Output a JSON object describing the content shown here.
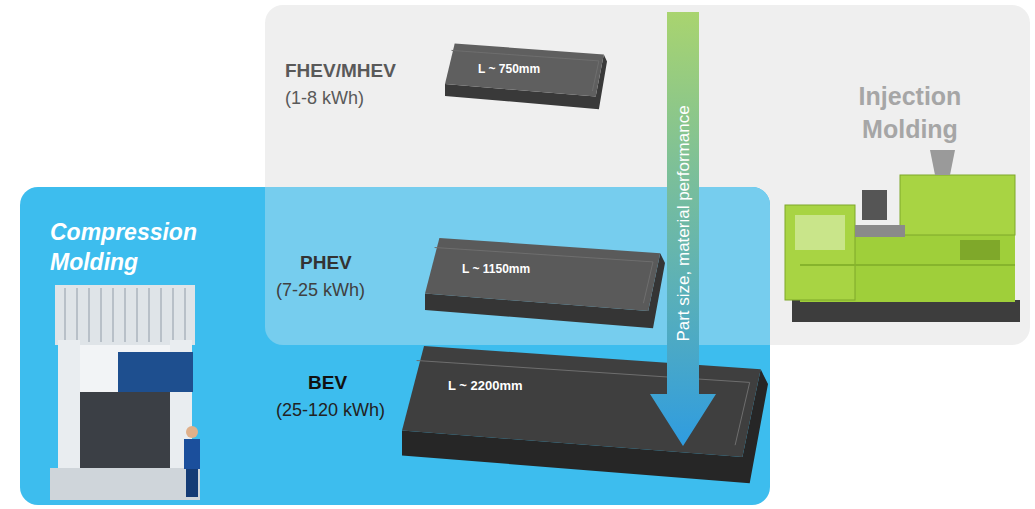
{
  "diagram": {
    "nodes": [
      {
        "text": [
          "Injection Molding"
        ]
      },
      {
        "text": [
          "L ~ 750mm"
        ],
        "in": 0
      },
      {
        "text": [
          "Part size, material performance"
        ]
      },
      {
        "text": [
          "Compression Molding"
        ]
      },
      {
        "text": [
          "L ~ 1150mm"
        ],
        "in": 3
      },
      {
        "text": [
          "L ~ 2200mm"
        ],
        "in": 3
      }
    ],
    "labels": [
      "FHEV/MHEV",
      "(1-8 kWh)",
      "PHEV",
      "(7-25 kWh)",
      "BEV",
      "(25-120 kWh)"
    ]
  }
}
